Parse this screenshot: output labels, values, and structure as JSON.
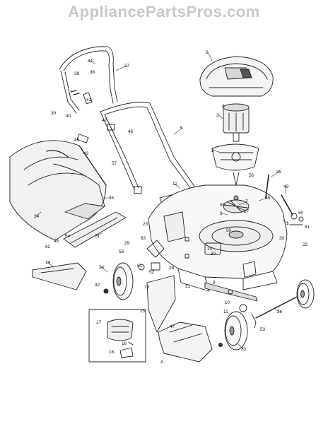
{
  "watermark": "AppliancePartsPros.com",
  "callouts": [
    "1",
    "2",
    "3",
    "4",
    "5",
    "6",
    "7",
    "8",
    "9",
    "10",
    "11",
    "12",
    "13",
    "14",
    "15",
    "16",
    "17",
    "18",
    "19",
    "20",
    "21",
    "22",
    "23",
    "24",
    "25",
    "26",
    "27",
    "28",
    "29",
    "30",
    "31",
    "32",
    "33",
    "34",
    "35",
    "36",
    "37",
    "38",
    "39",
    "40",
    "41",
    "42",
    "43",
    "44",
    "45",
    "46",
    "47",
    "48",
    "49",
    "50",
    "51",
    "52",
    "53",
    "54",
    "55",
    "56",
    "57",
    "58",
    "59",
    "60",
    "61",
    "62",
    "63",
    "A"
  ]
}
